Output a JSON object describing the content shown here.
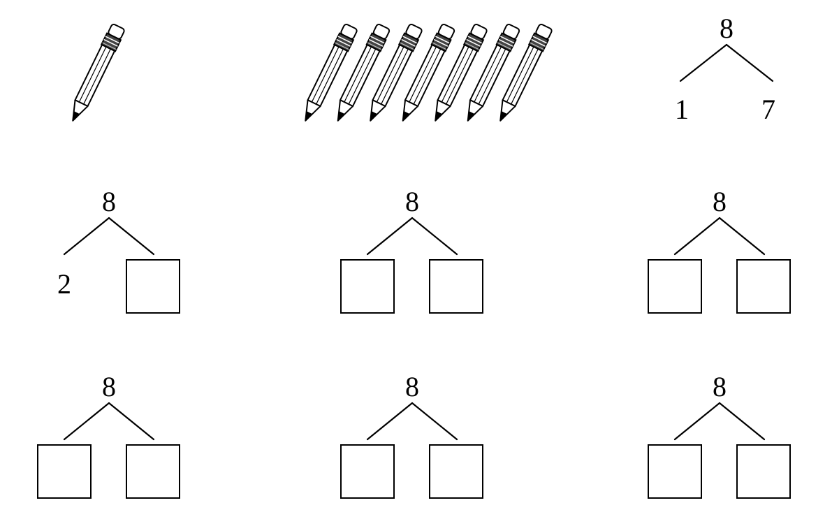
{
  "worksheet": {
    "pencils_left": {
      "count": 1,
      "icon": "pencil-icon"
    },
    "pencils_right": {
      "count": 7,
      "icon": "pencil-icon"
    },
    "bonds": [
      {
        "whole": "8",
        "left": "1",
        "right": "7"
      },
      {
        "whole": "8",
        "left": "2",
        "right": ""
      },
      {
        "whole": "8",
        "left": "",
        "right": ""
      },
      {
        "whole": "8",
        "left": "",
        "right": ""
      },
      {
        "whole": "8",
        "left": "",
        "right": ""
      },
      {
        "whole": "8",
        "left": "",
        "right": ""
      },
      {
        "whole": "8",
        "left": "",
        "right": ""
      }
    ]
  }
}
